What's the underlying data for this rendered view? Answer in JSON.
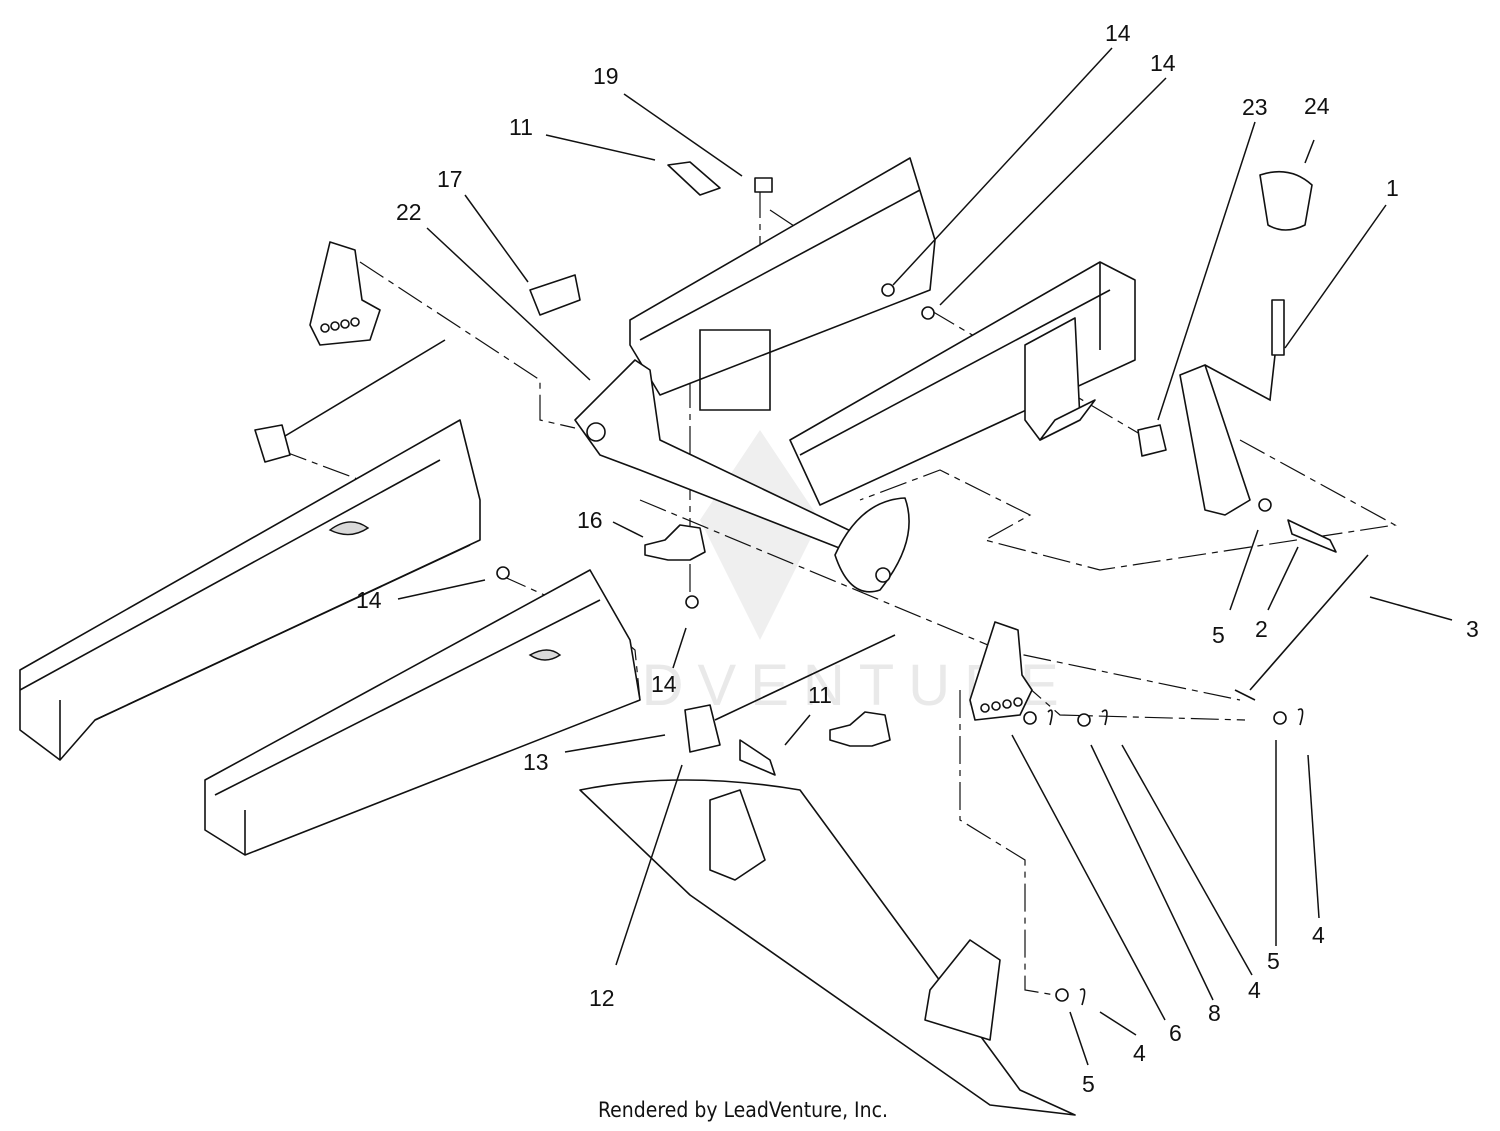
{
  "diagram": {
    "callouts": [
      {
        "id": "c19",
        "label": "19"
      },
      {
        "id": "c11a",
        "label": "11"
      },
      {
        "id": "c17",
        "label": "17"
      },
      {
        "id": "c22",
        "label": "22"
      },
      {
        "id": "c14a",
        "label": "14"
      },
      {
        "id": "c14b",
        "label": "14"
      },
      {
        "id": "c23",
        "label": "23"
      },
      {
        "id": "c24",
        "label": "24"
      },
      {
        "id": "c1",
        "label": "1"
      },
      {
        "id": "c16",
        "label": "16"
      },
      {
        "id": "c14c",
        "label": "14"
      },
      {
        "id": "c14d",
        "label": "14"
      },
      {
        "id": "c5a",
        "label": "5"
      },
      {
        "id": "c2",
        "label": "2"
      },
      {
        "id": "c3",
        "label": "3"
      },
      {
        "id": "c11b",
        "label": "11"
      },
      {
        "id": "c13",
        "label": "13"
      },
      {
        "id": "c12",
        "label": "12"
      },
      {
        "id": "c6",
        "label": "6"
      },
      {
        "id": "c8",
        "label": "8"
      },
      {
        "id": "c4a",
        "label": "4"
      },
      {
        "id": "c5b",
        "label": "5"
      },
      {
        "id": "c4b",
        "label": "4"
      },
      {
        "id": "c4c",
        "label": "4"
      },
      {
        "id": "c5c",
        "label": "5"
      }
    ],
    "footer": "Rendered by LeadVenture, Inc.",
    "watermark": "LEADVENTURE"
  }
}
